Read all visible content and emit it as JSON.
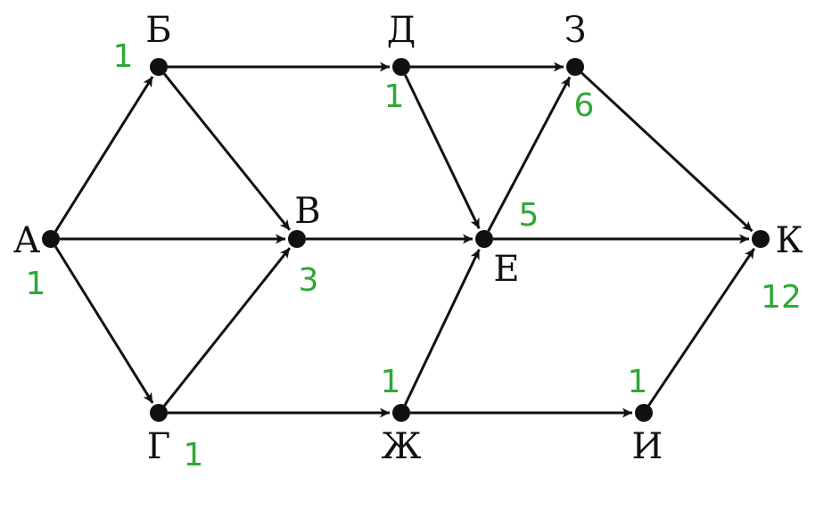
{
  "colors": {
    "edge": "#111111",
    "node": "#111111",
    "count": "#2ea836",
    "background": "#ffffff"
  },
  "nodes": [
    {
      "id": "A",
      "label": "А",
      "count": "1"
    },
    {
      "id": "B",
      "label": "Б",
      "count": "1"
    },
    {
      "id": "V",
      "label": "В",
      "count": "3"
    },
    {
      "id": "G",
      "label": "Г",
      "count": "1"
    },
    {
      "id": "D",
      "label": "Д",
      "count": "1"
    },
    {
      "id": "E",
      "label": "Е",
      "count": "5"
    },
    {
      "id": "Zh",
      "label": "Ж",
      "count": "1"
    },
    {
      "id": "Z",
      "label": "З",
      "count": "6"
    },
    {
      "id": "I",
      "label": "И",
      "count": "1"
    },
    {
      "id": "K",
      "label": "К",
      "count": "12"
    }
  ],
  "edges": [
    [
      "A",
      "B"
    ],
    [
      "A",
      "V"
    ],
    [
      "A",
      "G"
    ],
    [
      "B",
      "D"
    ],
    [
      "B",
      "V"
    ],
    [
      "G",
      "V"
    ],
    [
      "G",
      "Zh"
    ],
    [
      "V",
      "E"
    ],
    [
      "D",
      "Z"
    ],
    [
      "D",
      "E"
    ],
    [
      "Zh",
      "E"
    ],
    [
      "Zh",
      "I"
    ],
    [
      "E",
      "Z"
    ],
    [
      "E",
      "K"
    ],
    [
      "Z",
      "K"
    ],
    [
      "I",
      "K"
    ]
  ]
}
